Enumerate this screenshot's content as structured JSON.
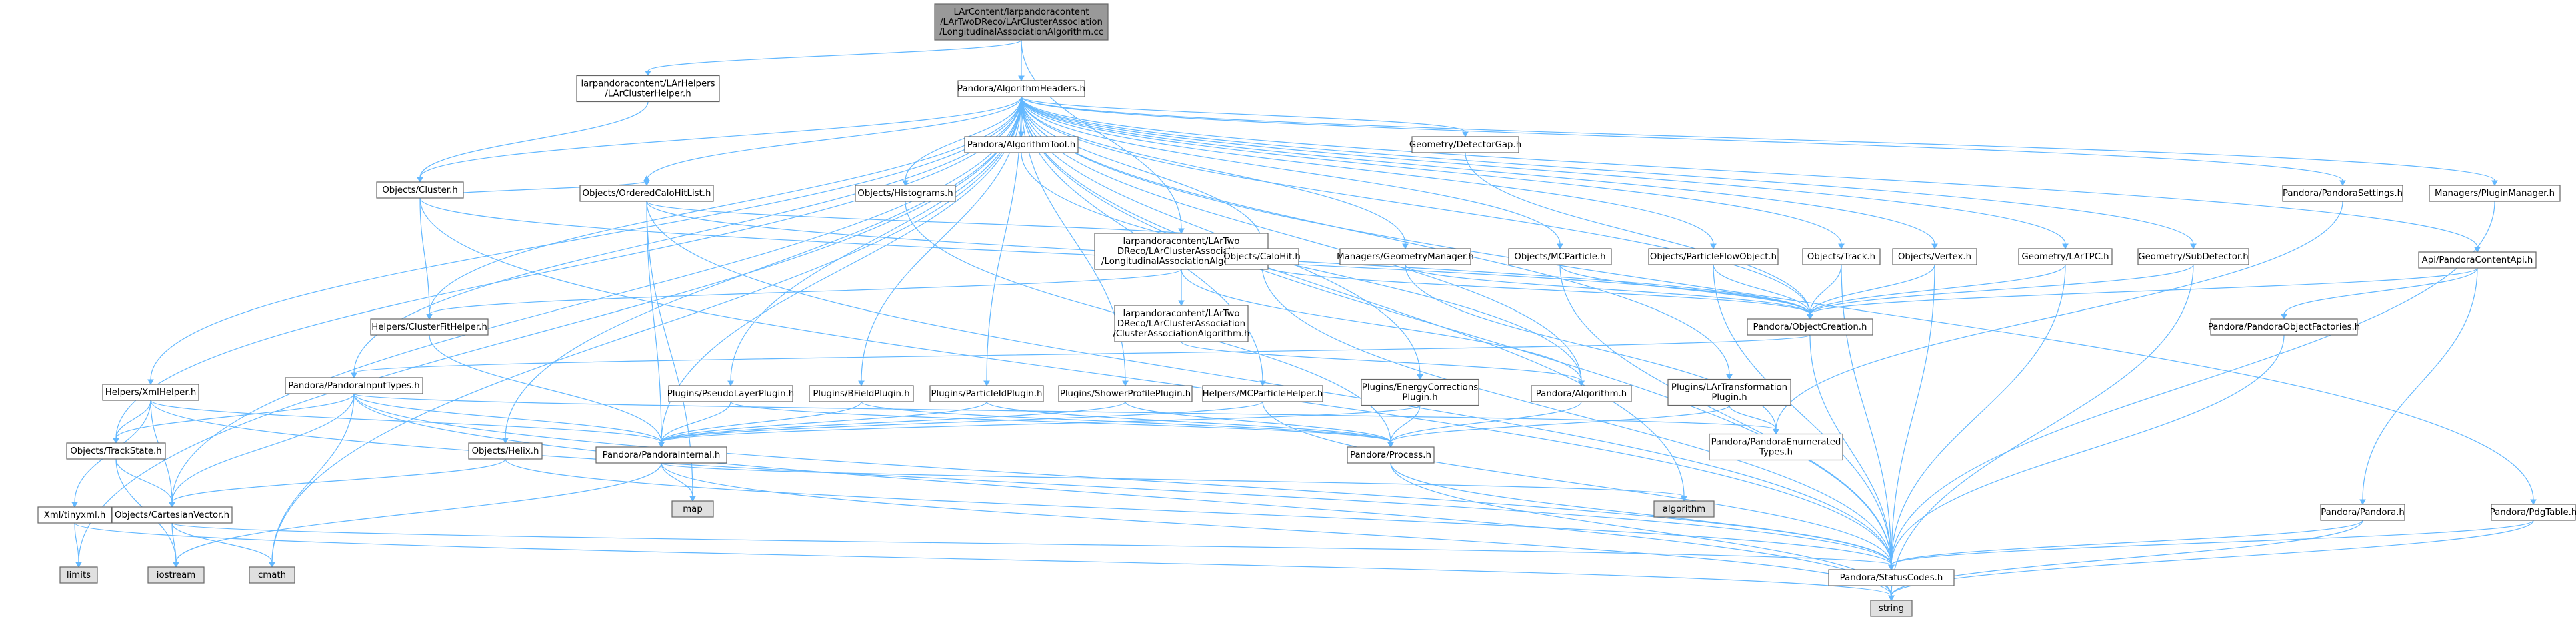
{
  "colors": {
    "root_fill": "#999999",
    "node_fill": "#ffffff",
    "missing_fill": "#e0e0e0",
    "red_text": "#ff0000",
    "edge": "#63b8ff",
    "border": "#666666"
  },
  "nodes": [
    {
      "id": "root",
      "lines": [
        "LArContent/larpandoracontent",
        "/LArTwoDReco/LArClusterAssociation",
        "/LongitudinalAssociationAlgorithm.cc"
      ],
      "style": "root"
    },
    {
      "id": "lch",
      "lines": [
        "larpandoracontent/LArHelpers",
        "/LArClusterHelper.h"
      ],
      "style": "normal"
    },
    {
      "id": "ah",
      "lines": [
        "Pandora/AlgorithmHeaders.h"
      ],
      "style": "normal"
    },
    {
      "id": "cluster",
      "lines": [
        "Objects/Cluster.h"
      ],
      "style": "normal"
    },
    {
      "id": "ochl",
      "lines": [
        "Objects/OrderedCaloHitList.h"
      ],
      "style": "normal"
    },
    {
      "id": "hist",
      "lines": [
        "Objects/Histograms.h"
      ],
      "style": "normal"
    },
    {
      "id": "atool",
      "lines": [
        "Pandora/AlgorithmTool.h"
      ],
      "style": "normal"
    },
    {
      "id": "lah",
      "lines": [
        "larpandoracontent/LArTwo",
        "DReco/LArClusterAssociation",
        "/LongitudinalAssociationAlgorithm.h"
      ],
      "style": "normal"
    },
    {
      "id": "cah",
      "lines": [
        "larpandoracontent/LArTwo",
        "DReco/LArClusterAssociation",
        "/ClusterAssociationAlgorithm.h"
      ],
      "style": "red"
    },
    {
      "id": "caloh",
      "lines": [
        "Objects/CaloHit.h"
      ],
      "style": "normal"
    },
    {
      "id": "geomgr",
      "lines": [
        "Managers/GeometryManager.h"
      ],
      "style": "normal"
    },
    {
      "id": "detgap",
      "lines": [
        "Geometry/DetectorGap.h"
      ],
      "style": "normal"
    },
    {
      "id": "mcp",
      "lines": [
        "Objects/MCParticle.h"
      ],
      "style": "normal"
    },
    {
      "id": "pfo",
      "lines": [
        "Objects/ParticleFlowObject.h"
      ],
      "style": "normal"
    },
    {
      "id": "track",
      "lines": [
        "Objects/Track.h"
      ],
      "style": "normal"
    },
    {
      "id": "vertex",
      "lines": [
        "Objects/Vertex.h"
      ],
      "style": "normal"
    },
    {
      "id": "lartpc",
      "lines": [
        "Geometry/LArTPC.h"
      ],
      "style": "normal"
    },
    {
      "id": "subdet",
      "lines": [
        "Geometry/SubDetector.h"
      ],
      "style": "normal"
    },
    {
      "id": "settings",
      "lines": [
        "Pandora/PandoraSettings.h"
      ],
      "style": "normal"
    },
    {
      "id": "capi",
      "lines": [
        "Api/PandoraContentApi.h"
      ],
      "style": "normal"
    },
    {
      "id": "plugmgr",
      "lines": [
        "Managers/PluginManager.h"
      ],
      "style": "normal"
    },
    {
      "id": "objcreate",
      "lines": [
        "Pandora/ObjectCreation.h"
      ],
      "style": "normal"
    },
    {
      "id": "objfact",
      "lines": [
        "Pandora/PandoraObjectFactories.h"
      ],
      "style": "red"
    },
    {
      "id": "cfh",
      "lines": [
        "Helpers/ClusterFitHelper.h"
      ],
      "style": "normal"
    },
    {
      "id": "pit",
      "lines": [
        "Pandora/PandoraInputTypes.h"
      ],
      "style": "red"
    },
    {
      "id": "xmlh",
      "lines": [
        "Helpers/XmlHelper.h"
      ],
      "style": "normal"
    },
    {
      "id": "pseudo",
      "lines": [
        "Plugins/PseudoLayerPlugin.h"
      ],
      "style": "normal"
    },
    {
      "id": "bfield",
      "lines": [
        "Plugins/BFieldPlugin.h"
      ],
      "style": "normal"
    },
    {
      "id": "pidp",
      "lines": [
        "Plugins/ParticleIdPlugin.h"
      ],
      "style": "normal"
    },
    {
      "id": "shower",
      "lines": [
        "Plugins/ShowerProfilePlugin.h"
      ],
      "style": "normal"
    },
    {
      "id": "mcph",
      "lines": [
        "Helpers/MCParticleHelper.h"
      ],
      "style": "normal"
    },
    {
      "id": "energy",
      "lines": [
        "Plugins/EnergyCorrections",
        "Plugin.h"
      ],
      "style": "normal"
    },
    {
      "id": "palg",
      "lines": [
        "Pandora/Algorithm.h"
      ],
      "style": "normal"
    },
    {
      "id": "lartrans",
      "lines": [
        "Plugins/LArTransformation",
        "Plugin.h"
      ],
      "style": "normal"
    },
    {
      "id": "tstate",
      "lines": [
        "Objects/TrackState.h"
      ],
      "style": "normal"
    },
    {
      "id": "helix",
      "lines": [
        "Objects/Helix.h"
      ],
      "style": "normal"
    },
    {
      "id": "pinternal",
      "lines": [
        "Pandora/PandoraInternal.h"
      ],
      "style": "red"
    },
    {
      "id": "process",
      "lines": [
        "Pandora/Process.h"
      ],
      "style": "normal"
    },
    {
      "id": "penum",
      "lines": [
        "Pandora/PandoraEnumerated",
        "Types.h"
      ],
      "style": "normal"
    },
    {
      "id": "pandora",
      "lines": [
        "Pandora/Pandora.h"
      ],
      "style": "normal"
    },
    {
      "id": "pdg",
      "lines": [
        "Pandora/PdgTable.h"
      ],
      "style": "normal"
    },
    {
      "id": "tinyxml",
      "lines": [
        "Xml/tinyxml.h"
      ],
      "style": "red"
    },
    {
      "id": "cartvec",
      "lines": [
        "Objects/CartesianVector.h"
      ],
      "style": "normal"
    },
    {
      "id": "map",
      "lines": [
        "map"
      ],
      "style": "missing"
    },
    {
      "id": "algorithm",
      "lines": [
        "algorithm"
      ],
      "style": "missing"
    },
    {
      "id": "limits",
      "lines": [
        "limits"
      ],
      "style": "missing"
    },
    {
      "id": "iostream",
      "lines": [
        "iostream"
      ],
      "style": "missing"
    },
    {
      "id": "cmath",
      "lines": [
        "cmath"
      ],
      "style": "missing"
    },
    {
      "id": "status",
      "lines": [
        "Pandora/StatusCodes.h"
      ],
      "style": "red"
    },
    {
      "id": "string",
      "lines": [
        "string"
      ],
      "style": "missing"
    }
  ],
  "edges": [
    [
      "root",
      "lch"
    ],
    [
      "root",
      "ah"
    ],
    [
      "root",
      "lah"
    ],
    [
      "lch",
      "cluster"
    ],
    [
      "ah",
      "cluster"
    ],
    [
      "ah",
      "ochl"
    ],
    [
      "ah",
      "hist"
    ],
    [
      "ah",
      "atool"
    ],
    [
      "ah",
      "caloh"
    ],
    [
      "ah",
      "geomgr"
    ],
    [
      "ah",
      "detgap"
    ],
    [
      "ah",
      "mcp"
    ],
    [
      "ah",
      "pfo"
    ],
    [
      "ah",
      "track"
    ],
    [
      "ah",
      "vertex"
    ],
    [
      "ah",
      "lartpc"
    ],
    [
      "ah",
      "subdet"
    ],
    [
      "ah",
      "settings"
    ],
    [
      "ah",
      "capi"
    ],
    [
      "ah",
      "plugmgr"
    ],
    [
      "ah",
      "pdg"
    ],
    [
      "ah",
      "cfh"
    ],
    [
      "ah",
      "pit"
    ],
    [
      "ah",
      "xmlh"
    ],
    [
      "ah",
      "pseudo"
    ],
    [
      "ah",
      "bfield"
    ],
    [
      "ah",
      "pidp"
    ],
    [
      "ah",
      "shower"
    ],
    [
      "ah",
      "mcph"
    ],
    [
      "ah",
      "energy"
    ],
    [
      "ah",
      "lartrans"
    ],
    [
      "ah",
      "tstate"
    ],
    [
      "ah",
      "helix"
    ],
    [
      "ah",
      "pinternal"
    ],
    [
      "ah",
      "cartvec"
    ],
    [
      "ah",
      "status"
    ],
    [
      "ah",
      "algorithm"
    ],
    [
      "ah",
      "limits"
    ],
    [
      "ah",
      "cmath"
    ],
    [
      "ah",
      "objcreate"
    ],
    [
      "ah",
      "palg"
    ],
    [
      "cluster",
      "ochl"
    ],
    [
      "cluster",
      "cfh"
    ],
    [
      "cluster",
      "objcreate"
    ],
    [
      "cluster",
      "status"
    ],
    [
      "ochl",
      "caloh"
    ],
    [
      "ochl",
      "pinternal"
    ],
    [
      "ochl",
      "map"
    ],
    [
      "ochl",
      "status"
    ],
    [
      "ochl",
      "objcreate"
    ],
    [
      "hist",
      "process"
    ],
    [
      "atool",
      "palg"
    ],
    [
      "lah",
      "cah"
    ],
    [
      "lah",
      "cfh"
    ],
    [
      "lah",
      "palg"
    ],
    [
      "cah",
      "palg"
    ],
    [
      "caloh",
      "objcreate"
    ],
    [
      "caloh",
      "status"
    ],
    [
      "geomgr",
      "objcreate"
    ],
    [
      "geomgr",
      "penum"
    ],
    [
      "detgap",
      "objcreate"
    ],
    [
      "mcp",
      "objcreate"
    ],
    [
      "mcp",
      "status"
    ],
    [
      "pfo",
      "objcreate"
    ],
    [
      "pfo",
      "status"
    ],
    [
      "track",
      "objcreate"
    ],
    [
      "track",
      "status"
    ],
    [
      "vertex",
      "objcreate"
    ],
    [
      "vertex",
      "status"
    ],
    [
      "lartpc",
      "objcreate"
    ],
    [
      "lartpc",
      "status"
    ],
    [
      "subdet",
      "objcreate"
    ],
    [
      "subdet",
      "string"
    ],
    [
      "settings",
      "penum"
    ],
    [
      "capi",
      "objfact"
    ],
    [
      "capi",
      "pandora"
    ],
    [
      "capi",
      "objcreate"
    ],
    [
      "objfact",
      "status"
    ],
    [
      "plugmgr",
      "status"
    ],
    [
      "objcreate",
      "pit"
    ],
    [
      "objcreate",
      "status"
    ],
    [
      "cfh",
      "pinternal"
    ],
    [
      "pit",
      "tstate"
    ],
    [
      "pit",
      "cartvec"
    ],
    [
      "pit",
      "pinternal"
    ],
    [
      "pit",
      "status"
    ],
    [
      "pit",
      "cmath"
    ],
    [
      "pit",
      "string"
    ],
    [
      "pit",
      "penum"
    ],
    [
      "xmlh",
      "tstate"
    ],
    [
      "xmlh",
      "cartvec"
    ],
    [
      "xmlh",
      "pinternal"
    ],
    [
      "xmlh",
      "tinyxml"
    ],
    [
      "xmlh",
      "status"
    ],
    [
      "pseudo",
      "pinternal"
    ],
    [
      "pseudo",
      "process"
    ],
    [
      "bfield",
      "pinternal"
    ],
    [
      "bfield",
      "process"
    ],
    [
      "pidp",
      "pinternal"
    ],
    [
      "pidp",
      "process"
    ],
    [
      "shower",
      "pinternal"
    ],
    [
      "shower",
      "process"
    ],
    [
      "mcph",
      "pinternal"
    ],
    [
      "mcph",
      "status"
    ],
    [
      "energy",
      "pinternal"
    ],
    [
      "energy",
      "process"
    ],
    [
      "palg",
      "process"
    ],
    [
      "lartrans",
      "process"
    ],
    [
      "lartrans",
      "penum"
    ],
    [
      "tstate",
      "cartvec"
    ],
    [
      "tstate",
      "iostream"
    ],
    [
      "helix",
      "cartvec"
    ],
    [
      "helix",
      "status"
    ],
    [
      "pinternal",
      "map"
    ],
    [
      "pinternal",
      "algorithm"
    ],
    [
      "pinternal",
      "iostream"
    ],
    [
      "pinternal",
      "string"
    ],
    [
      "process",
      "status"
    ],
    [
      "process",
      "string"
    ],
    [
      "pandora",
      "status"
    ],
    [
      "pandora",
      "string"
    ],
    [
      "pdg",
      "status"
    ],
    [
      "pdg",
      "string"
    ],
    [
      "tinyxml",
      "limits"
    ],
    [
      "tinyxml",
      "string"
    ],
    [
      "cartvec",
      "iostream"
    ],
    [
      "cartvec",
      "cmath"
    ],
    [
      "cartvec",
      "status"
    ],
    [
      "status",
      "string"
    ]
  ]
}
